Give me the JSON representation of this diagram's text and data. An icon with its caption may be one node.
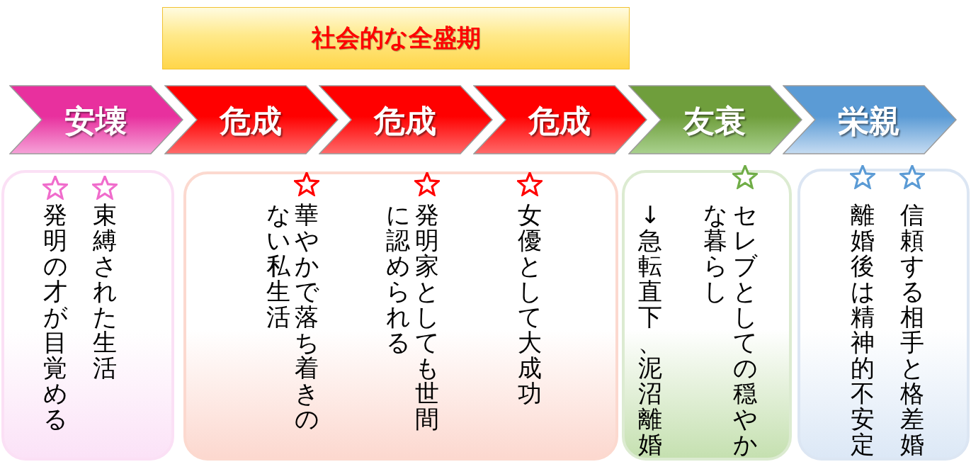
{
  "diagram": {
    "nodes": [
      {
        "text": [
          "社会的な全盛期"
        ]
      },
      {
        "text": [
          "安壊"
        ]
      },
      {
        "text": [
          "危成"
        ]
      },
      {
        "text": [
          "危成"
        ]
      },
      {
        "text": [
          "危成"
        ]
      },
      {
        "text": [
          "友衰"
        ]
      },
      {
        "text": [
          "栄親"
        ]
      },
      {
        "text": [
          "発明の才が目覚める",
          "束縛された生活"
        ]
      },
      {
        "text": [
          "ない私生活",
          "華やかで落ち着きの",
          "に認められる",
          "発明家としても世間",
          "女優として大成功"
        ]
      },
      {
        "text": [
          "↓急転直下、泥沼離婚",
          "な暮らし",
          "セレブとしての穏やか"
        ]
      },
      {
        "text": [
          "離婚後は精神的不安定",
          "信頼する相手と格差婚"
        ]
      }
    ]
  }
}
